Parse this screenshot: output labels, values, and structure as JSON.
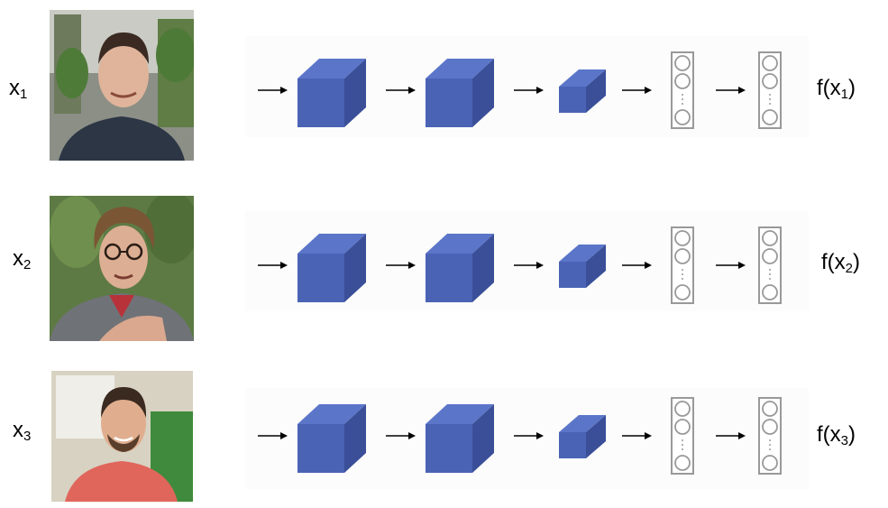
{
  "rows": [
    {
      "input_label": "x",
      "input_sub": "1",
      "output_label": "f(x",
      "output_sub": "1",
      "output_close": ")"
    },
    {
      "input_label": "x",
      "input_sub": "2",
      "output_label": "f(x",
      "output_sub": "2",
      "output_close": ")"
    },
    {
      "input_label": "x",
      "input_sub": "3",
      "output_label": "f(x",
      "output_sub": "3",
      "output_close": ")"
    }
  ],
  "colors": {
    "block_front": "#4a63b5",
    "block_top": "#5b76c9",
    "block_side": "#3a4f98",
    "vector_stroke": "#999999",
    "arrow": "#000000"
  },
  "photos": [
    {
      "icon": "portrait-photo-smiling-man-plants"
    },
    {
      "icon": "portrait-photo-man-glasses"
    },
    {
      "icon": "portrait-photo-man-red-shirt"
    }
  ]
}
